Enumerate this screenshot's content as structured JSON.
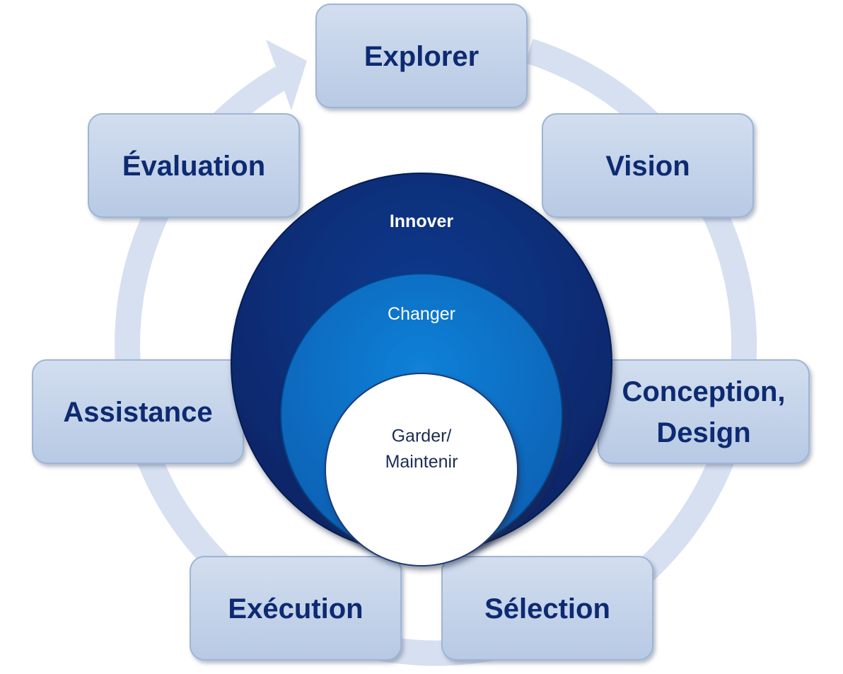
{
  "stages": [
    {
      "id": "explorer",
      "lines": [
        "Explorer"
      ]
    },
    {
      "id": "vision",
      "lines": [
        "Vision"
      ]
    },
    {
      "id": "conception",
      "lines": [
        "Conception,",
        "Design"
      ]
    },
    {
      "id": "selection",
      "lines": [
        "Sélection"
      ]
    },
    {
      "id": "execution",
      "lines": [
        "Exécution"
      ]
    },
    {
      "id": "assistance",
      "lines": [
        "Assistance"
      ]
    },
    {
      "id": "evaluation",
      "lines": [
        "Évaluation"
      ]
    }
  ],
  "circles": {
    "outer": {
      "lines": [
        "Innover"
      ]
    },
    "middle": {
      "lines": [
        "Changer"
      ]
    },
    "inner": {
      "lines": [
        "Garder/",
        "Maintenir"
      ]
    }
  },
  "colors": {
    "ring": "#d6e0f1",
    "box_fill_top": "#d2deef",
    "box_fill_bottom": "#b7c9e4",
    "box_border": "#9fb4d6",
    "box_text": "#0d2a72",
    "outer_circle": "#0a2d7a",
    "middle_circle": "#0a72cc",
    "inner_circle": "#ffffff",
    "outer_text": "#ffffff",
    "middle_text": "#ffffff",
    "inner_text": "#1b2d55"
  }
}
